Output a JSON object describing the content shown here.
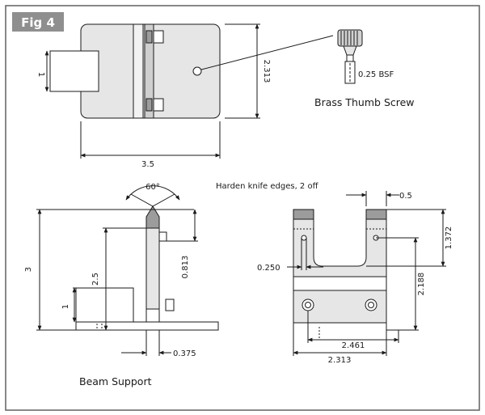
{
  "figure": {
    "tag": "Fig 4"
  },
  "top_view": {
    "dims": {
      "left": "1",
      "right": "2.313",
      "bottom": "3.5"
    },
    "callout": "0.25 BSF",
    "caption": "Brass Thumb Screw"
  },
  "note": "Harden knife edges, 2 off",
  "beam_support": {
    "angle": "60°",
    "dims": {
      "height": "3",
      "arm": "2.5",
      "offset": "0.813",
      "foot": "1",
      "width": "0.375"
    },
    "caption": "Beam Support"
  },
  "front_view": {
    "dims": {
      "top": "0.5",
      "upper": "1.372",
      "side": "0.250",
      "height": "2.188",
      "holes": "2.461",
      "width": "2.313"
    }
  },
  "colors": {
    "line": "#1a1a1a",
    "part_fill": "#e6e6e6",
    "shade": "#9c9c9c",
    "tag_bg": "#8f8f8f",
    "frame": "#555555"
  }
}
